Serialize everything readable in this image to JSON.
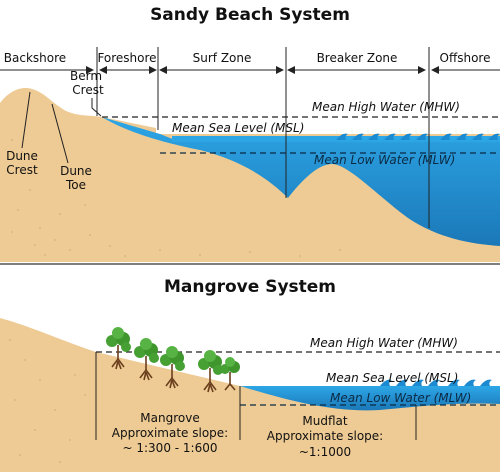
{
  "colors": {
    "sand": "#eecb94",
    "sand_dark": "#b89a70",
    "water": "#2a9bdc",
    "water_deep": "#1f7fc0",
    "wave": "#1c8ad0",
    "leaf": "#46a034",
    "trunk": "#6b3f1e",
    "line": "#222222",
    "divider": "#555555"
  },
  "sandy": {
    "title": "Sandy Beach System",
    "zones": [
      "Backshore",
      "Foreshore",
      "Surf Zone",
      "Breaker Zone",
      "Offshore"
    ],
    "labels": {
      "berm_line1": "Berm",
      "berm_line2": "Crest",
      "dune_crest_line1": "Dune",
      "dune_crest_line2": "Crest",
      "dune_toe_line1": "Dune",
      "dune_toe_line2": "Toe"
    },
    "water_levels": {
      "mhw": "Mean High Water (MHW)",
      "msl": "Mean Sea Level (MSL)",
      "mlw": "Mean Low Water (MLW)"
    }
  },
  "mangrove": {
    "title": "Mangrove System",
    "water_levels": {
      "mhw": "Mean High Water (MHW)",
      "msl": "Mean Sea Level (MSL)",
      "mlw": "Mean Low Water (MLW)"
    },
    "mangrove_label": {
      "line1": "Mangrove",
      "line2": "Approximate slope:",
      "line3": "~ 1:300 - 1:600"
    },
    "mudflat_label": {
      "line1": "Mudflat",
      "line2": "Approximate slope:",
      "line3": "~1:1000"
    }
  }
}
